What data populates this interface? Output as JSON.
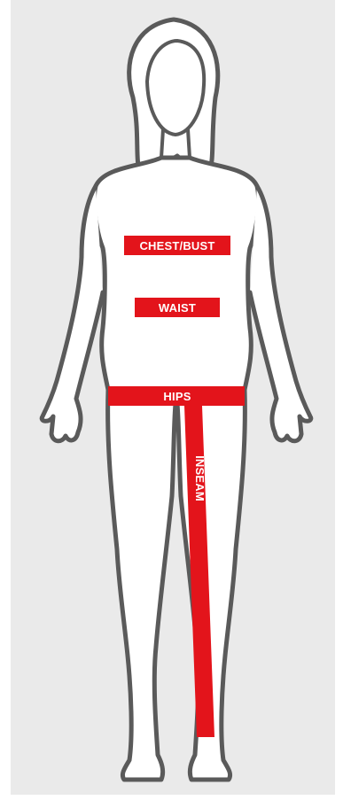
{
  "measurements": {
    "chest_label": "CHEST/BUST",
    "waist_label": "WAIST",
    "hips_label": "HIPS",
    "inseam_label": "INSEAM"
  },
  "colors": {
    "background": "#eaeaea",
    "band": "#e3141b",
    "outline": "#5a5a5a",
    "body_fill": "#ffffff"
  }
}
